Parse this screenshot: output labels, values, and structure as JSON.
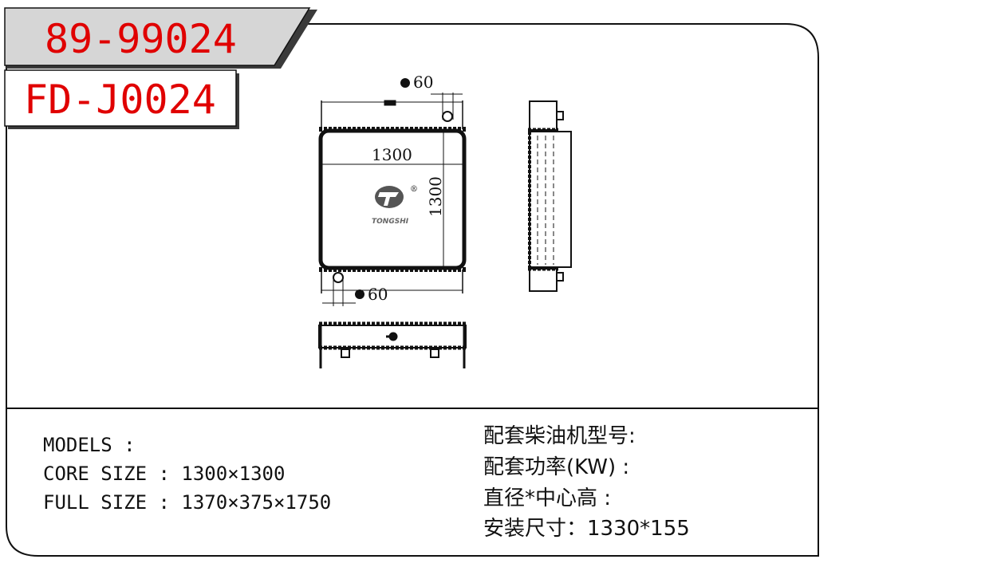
{
  "header": {
    "code_primary": "89-99024",
    "code_secondary": "FD-J0024"
  },
  "drawing": {
    "top_hole_dim": "60",
    "bottom_hole_dim": "60",
    "width_dim": "1300",
    "height_dim": "1300",
    "logo_text": "TONGSHI",
    "registered_mark": "®"
  },
  "specs_left": {
    "models": "MODELS :",
    "core_size": "CORE SIZE : 1300×1300",
    "full_size": "FULL SIZE : 1370×375×1750"
  },
  "specs_right": {
    "engine_model": "配套柴油机型号:",
    "power": "配套功率(KW) :",
    "diameter_center": "直径*中心高 :",
    "install_size": "安装尺寸：1330*155"
  }
}
